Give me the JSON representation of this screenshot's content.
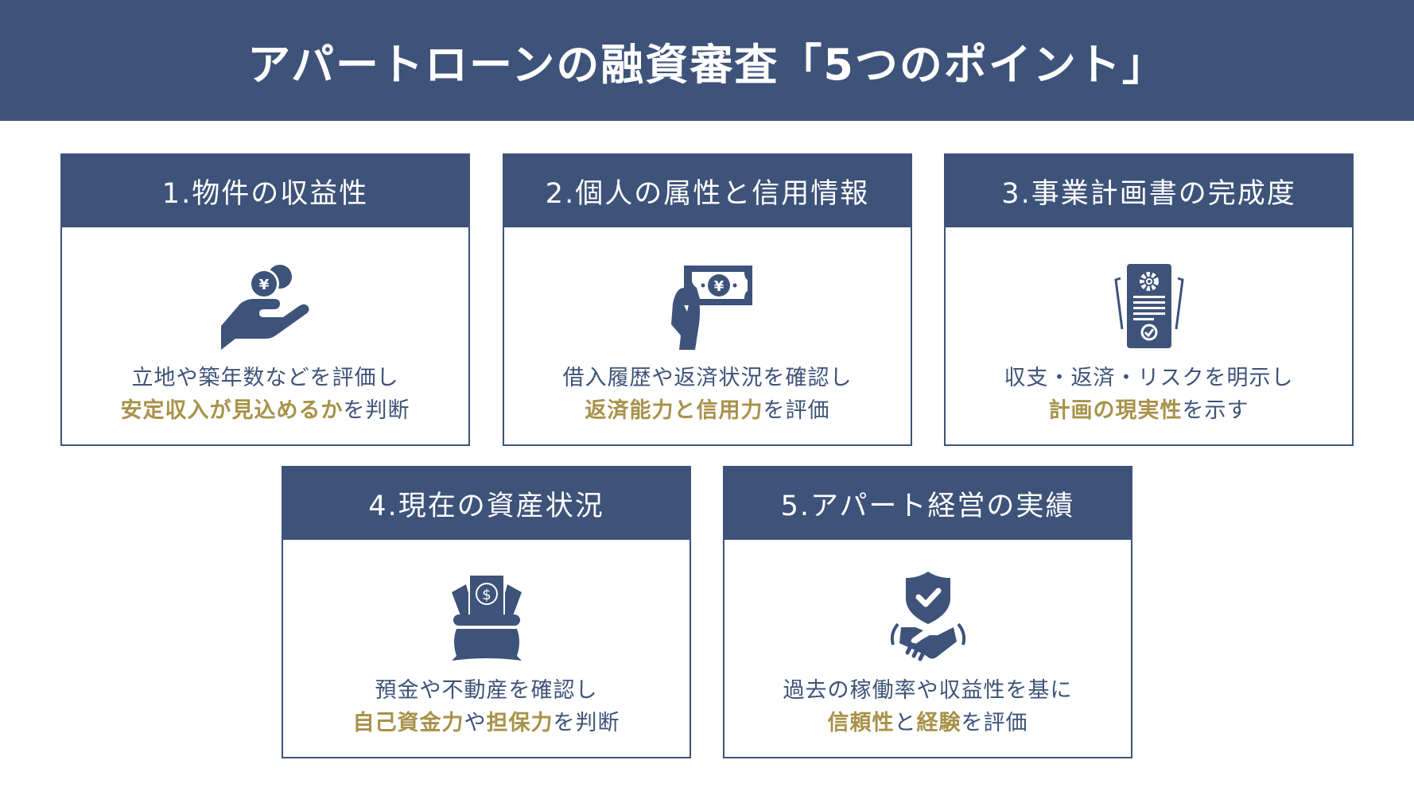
{
  "title": "アパートローンの融資審査「5つのポイント」",
  "colors": {
    "primary": "#3e5379",
    "accent": "#a8924a",
    "background": "#ffffff"
  },
  "cards": [
    {
      "heading": "1.物件の収益性",
      "icon": "hand-yen-coins-icon",
      "line1": "立地や築年数などを評価し",
      "line2_highlight": "安定収入が見込めるか",
      "line2_rest": "を判断"
    },
    {
      "heading": "2.個人の属性と信用情報",
      "icon": "hand-yen-banknote-icon",
      "line1": "借入履歴や返済状況を確認し",
      "line2_highlight": "返済能力と信用力",
      "line2_rest": "を評価"
    },
    {
      "heading": "3.事業計画書の完成度",
      "icon": "document-gear-check-icon",
      "line1": "収支・返済・リスクを明示し",
      "line2_highlight": "計画の現実性",
      "line2_rest": "を示す"
    },
    {
      "heading": "4.現在の資産状況",
      "icon": "money-bag-dollar-icon",
      "line1": "預金や不動産を確認し",
      "line2_highlight": "自己資金力",
      "line2_mid": "や",
      "line2_highlight2": "担保力",
      "line2_rest": "を判断"
    },
    {
      "heading": "5.アパート経営の実績",
      "icon": "shield-check-handshake-icon",
      "line1": "過去の稼働率や収益性を基に",
      "line2_highlight": "信頼性",
      "line2_mid": "と",
      "line2_highlight2": "経験",
      "line2_rest": "を評価"
    }
  ]
}
